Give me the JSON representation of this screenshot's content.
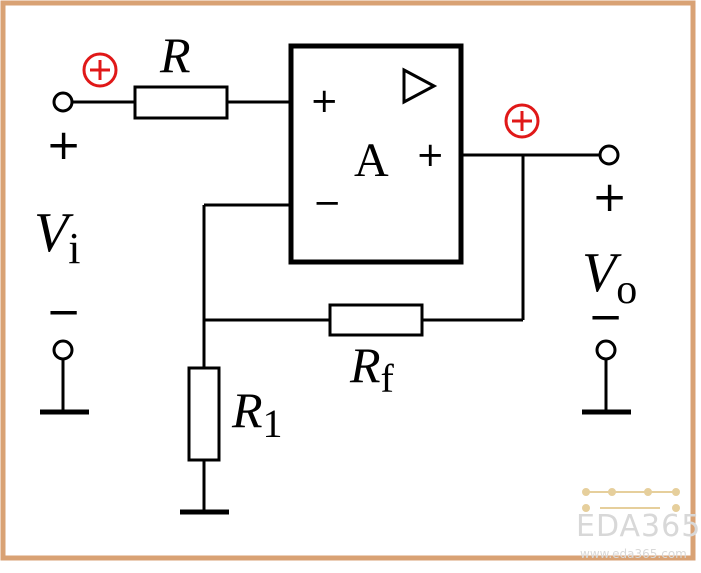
{
  "labels": {
    "R": "R",
    "Rf_main": "R",
    "Rf_sub": "f",
    "R1_main": "R",
    "R1_sub": "1",
    "Vi_main": "V",
    "Vi_sub": "i",
    "Vo_main": "V",
    "Vo_sub": "o",
    "amp": "A",
    "opamp_plus_in": "+",
    "opamp_minus_in": "−",
    "opamp_plus_out": "+",
    "vi_plus": "+",
    "vi_minus": "−",
    "vo_plus": "+",
    "vo_minus": "−",
    "phase_symbol": "⊕"
  },
  "watermark": {
    "brand": "EDA365",
    "url": "www.eda365.com"
  },
  "colors": {
    "border": "#d9a274",
    "line": "#000000",
    "phase_mark": "#e01818",
    "watermark": "#d8d8d8"
  }
}
